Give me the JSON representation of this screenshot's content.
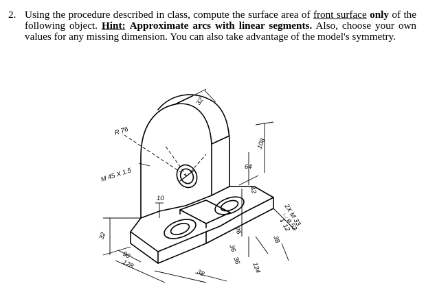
{
  "question": {
    "number": "2.",
    "text_1": "Using the procedure described in class, compute the surface area of",
    "text_underlined": "front surface",
    "text_bold": "only",
    "text_2": "of the following object.",
    "hint_label": "Hint:",
    "hint_text": "Approximate arcs with linear segments.",
    "text_3": "Also, choose your own values for any missing dimension. You can also take advantage of the model's symmetry."
  },
  "drawing": {
    "radius_label": "R 76",
    "thread_label": "M 45 X 1.5",
    "dim_32_top": "32",
    "dim_10": "10",
    "dim_32_left": "32",
    "dim_90": "90",
    "dim_128": "128",
    "dim_108": "108",
    "dim_64": "64",
    "dim_42": "42",
    "dim_26": "26",
    "dim_36": "36",
    "dim_36b": "36",
    "dim_38": "38",
    "dim_38b": "38",
    "dim_124": "124",
    "hole_note_1": "2X M 33",
    "hole_note_2": "⌴ ⌀ 52",
    "hole_note_3": "↧ 12"
  }
}
